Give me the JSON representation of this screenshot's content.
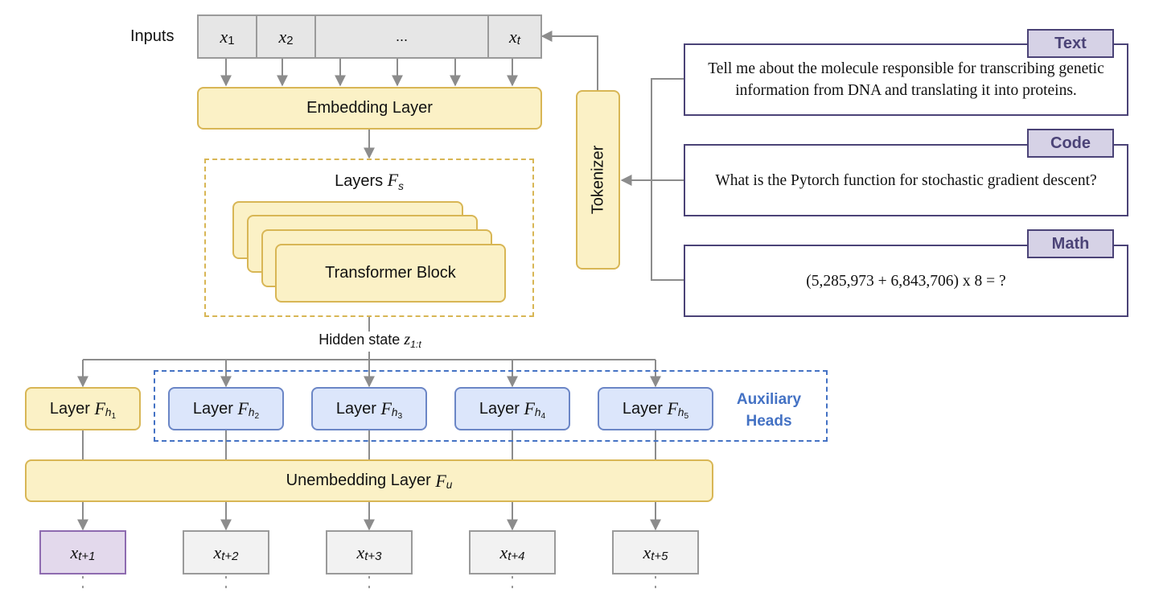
{
  "inputs": {
    "label": "Inputs",
    "tokens": [
      {
        "base": "x",
        "sub": "1"
      },
      {
        "base": "x",
        "sub": "2"
      },
      {
        "base": "...",
        "sub": ""
      },
      {
        "base": "x",
        "sub": "t"
      }
    ]
  },
  "embedding_label": "Embedding Layer",
  "layers": {
    "label_prefix": "Layers ",
    "label_math": "F",
    "label_sub": "s",
    "block_label": "Transformer Block"
  },
  "hidden_state": {
    "prefix": "Hidden state ",
    "math": "z",
    "sub": "1:t"
  },
  "heads": [
    {
      "prefix": "Layer ",
      "math": "F",
      "sub": "h",
      "subsub": "1"
    },
    {
      "prefix": "Layer ",
      "math": "F",
      "sub": "h",
      "subsub": "2"
    },
    {
      "prefix": "Layer ",
      "math": "F",
      "sub": "h",
      "subsub": "3"
    },
    {
      "prefix": "Layer ",
      "math": "F",
      "sub": "h",
      "subsub": "4"
    },
    {
      "prefix": "Layer ",
      "math": "F",
      "sub": "h",
      "subsub": "5"
    }
  ],
  "auxiliary_label": {
    "line1": "Auxiliary",
    "line2": "Heads"
  },
  "unembedding": {
    "prefix": "Unembedding Layer ",
    "math": "F",
    "sub": "u"
  },
  "outputs": [
    {
      "base": "x",
      "sub": "t+1"
    },
    {
      "base": "x",
      "sub": "t+2"
    },
    {
      "base": "x",
      "sub": "t+3"
    },
    {
      "base": "x",
      "sub": "t+4"
    },
    {
      "base": "x",
      "sub": "t+5"
    }
  ],
  "tokenizer_label": "Tokenizer",
  "prompts": [
    {
      "tag": "Text",
      "line1": "Tell me about the molecule responsible for transcribing genetic",
      "line2": "information from DNA and translating it into proteins."
    },
    {
      "tag": "Code",
      "line1": "What is the Pytorch function for stochastic gradient descent?",
      "line2": ""
    },
    {
      "tag": "Math",
      "line1": "(5,285,973 + 6,843,706) x 8 = ?",
      "line2": ""
    }
  ],
  "colors": {
    "yellow_fill": "#fbf1c6",
    "yellow_border": "#d8b655",
    "blue_fill": "#dce6fb",
    "blue_border": "#6b86c6",
    "auxiliary_text": "#4472c4",
    "prompt_border": "#4b4377",
    "tag_fill": "#d6d2e6",
    "arrow": "#8c8c8c",
    "highlight_output_fill": "#e3d9ec",
    "highlight_output_border": "#8e6bb0"
  }
}
